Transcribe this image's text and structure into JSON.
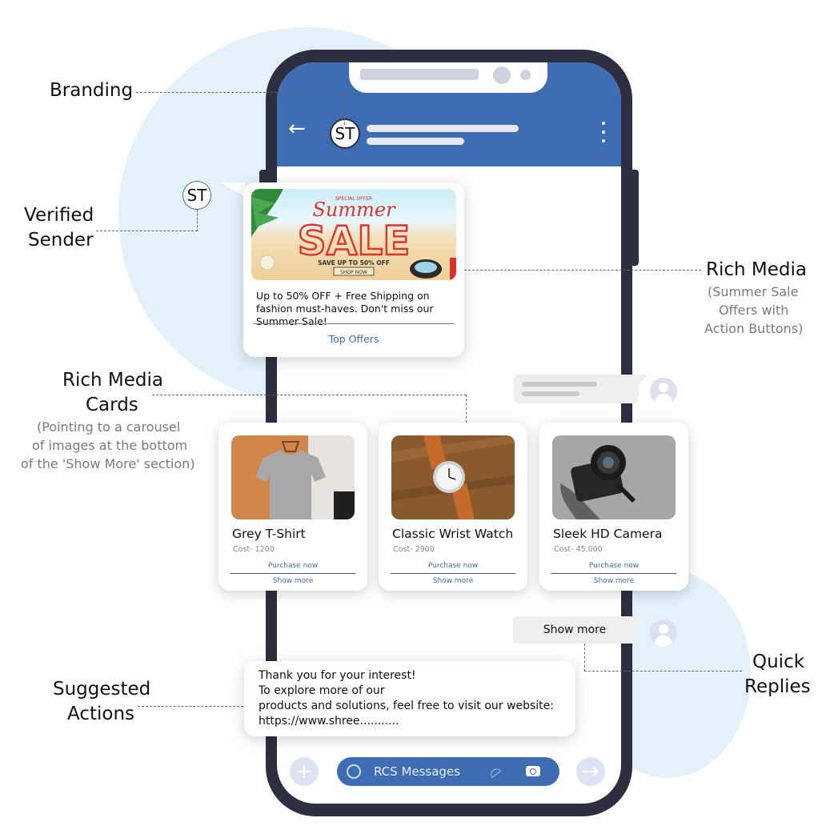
{
  "header": {
    "avatar_initials": "ST"
  },
  "verified_avatar": "ST",
  "promo": {
    "image": {
      "eyebrow": "SPECIAL OFFER",
      "script_word": "Summer",
      "big_word": "SALE",
      "save_line": "SAVE UP TO 50% OFF",
      "cta": "SHOP NOW"
    },
    "text": "Up to 50% OFF + Free Shipping on fashion must-haves. Don't miss our Summer Sale!",
    "action_label": "Top Offers"
  },
  "products": [
    {
      "name": "Grey T-Shirt",
      "cost": "Cost- 1200",
      "purchase": "Purchase now",
      "more": "Show more",
      "image_icon": "t-shirt-photo"
    },
    {
      "name": "Classic Wrist Watch",
      "cost": "Cost- 2900",
      "purchase": "Purchase now",
      "more": "Show more",
      "image_icon": "wrist-watch-photo"
    },
    {
      "name": "Sleek HD Camera",
      "cost": "Cost- 45,000",
      "purchase": "Purchase now",
      "more": "Show more",
      "image_icon": "camera-photo"
    }
  ],
  "quick_reply": "Show more",
  "final_message": {
    "line1": "Thank you for your interest!",
    "line2": "To explore more of our",
    "line3": "products and solutions, feel free to visit our website:",
    "line4": "https://www.shree..........."
  },
  "composer": {
    "placeholder": "RCS Messages"
  },
  "labels": {
    "branding": "Branding",
    "verified_1": "Verified",
    "verified_2": "Sender",
    "rich_media": "Rich Media",
    "rich_media_sub": [
      "(Summer Sale",
      "Offers with",
      "Action Buttons)"
    ],
    "cards_1": "Rich Media",
    "cards_2": "Cards",
    "cards_sub": [
      "(Pointing to a carousel",
      "of images at the bottom",
      "of the 'Show More' section)"
    ],
    "quick_1": "Quick",
    "quick_2": "Replies",
    "suggested_1": "Suggested",
    "suggested_2": "Actions"
  },
  "colors": {
    "brand_blue": "#3f6db4",
    "phone_frame": "#2d2e3f",
    "bg_circle": "#e4f1fa"
  }
}
